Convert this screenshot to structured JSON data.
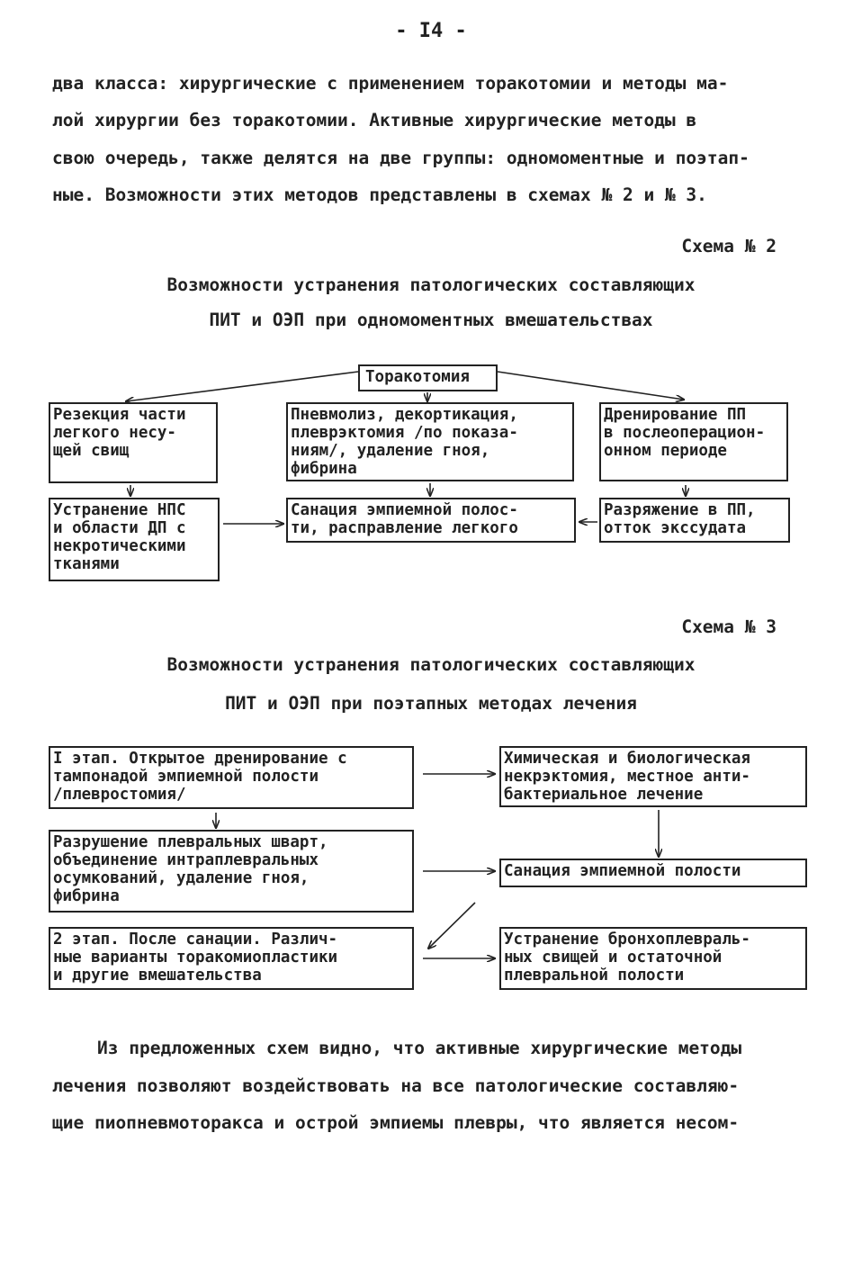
{
  "page_number": "- I4 -",
  "intro_lines": [
    "два класса: хирургические с применением торакотомии и методы ма-",
    "лой хирургии без торакотомии. Активные хирургические методы в",
    "свою очередь, также делятся на две группы: одномоментные и поэтап-",
    "ные. Возможности этих методов представлены в схемах № 2 и № 3."
  ],
  "scheme2": {
    "label": "Схема № 2",
    "title_lines": [
      "Возможности устранения патологических составляющих",
      "ПИТ и ОЭП при одномоментных вмешательствах"
    ],
    "top_box": "Торакотомия",
    "left_top": [
      "Резекция части",
      "легкого несу-",
      "щей свищ"
    ],
    "center_top": [
      "Пневмолиз, декортикация,",
      "плеврэктомия /по показа-",
      "ниям/, удаление гноя,",
      "фибрина"
    ],
    "right_top": [
      "Дренирование ПП",
      "в послеоперацион-",
      "онном периоде"
    ],
    "left_bottom": [
      "Устранение НПС",
      "и области ДП с",
      "некротическими",
      "тканями"
    ],
    "center_bottom": [
      "Санация эмпиемной полос-",
      "ти, расправление легкого"
    ],
    "right_bottom": [
      "Разряжение в ПП,",
      "отток экссудата"
    ]
  },
  "scheme3": {
    "label": "Схема № 3",
    "title_lines": [
      "Возможности устранения патологических составляющих",
      "ПИТ и ОЭП при поэтапных методах лечения"
    ],
    "left_1": [
      "I этап. Открытое дренирование с",
      "тампонадой эмпиемной полости",
      "/плевростомия/"
    ],
    "left_2": [
      "Разрушение плевральных шварт,",
      "объединение интраплевральных",
      "осумкований, удаление гноя,",
      "фибрина"
    ],
    "left_3": [
      "2 этап. После санации. Различ-",
      "ные варианты торакомиопластики",
      "и другие вмешательства"
    ],
    "right_1": [
      "Химическая и биологическая",
      "некрэктомия, местное анти-",
      "бактериальное лечение"
    ],
    "right_2": [
      "Санация эмпиемной полости"
    ],
    "right_3": [
      "Устранение бронхоплевраль-",
      "ных свищей и остаточной",
      "плевральной полости"
    ]
  },
  "outro_lines": [
    "Из предложенных схем видно, что активные хирургические методы",
    "лечения позволяют воздействовать на все патологические составляю-",
    "щие пиопневмоторакса и острой эмпиемы плевры, что является несом-"
  ]
}
